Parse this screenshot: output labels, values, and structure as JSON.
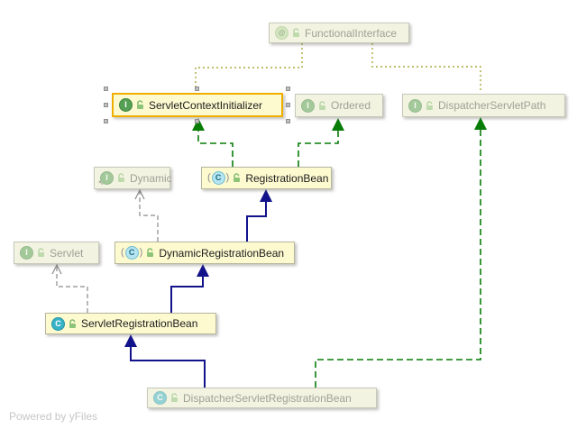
{
  "diagram": {
    "nodes": [
      {
        "id": "functional-interface",
        "label": "FunctionalInterface",
        "kind": "annotation",
        "state": "faded"
      },
      {
        "id": "servlet-context-initializer",
        "label": "ServletContextInitializer",
        "kind": "interface",
        "state": "selected"
      },
      {
        "id": "ordered",
        "label": "Ordered",
        "kind": "interface",
        "state": "faded"
      },
      {
        "id": "dispatcher-servlet-path",
        "label": "DispatcherServletPath",
        "kind": "interface",
        "state": "faded"
      },
      {
        "id": "dynamic",
        "label": "Dynamic",
        "kind": "nested-interface",
        "state": "faded"
      },
      {
        "id": "registration-bean",
        "label": "RegistrationBean",
        "kind": "abstract-class",
        "state": "focused"
      },
      {
        "id": "servlet",
        "label": "Servlet",
        "kind": "interface",
        "state": "faded"
      },
      {
        "id": "dynamic-registration-bean",
        "label": "DynamicRegistrationBean",
        "kind": "abstract-class",
        "state": "focused"
      },
      {
        "id": "servlet-registration-bean",
        "label": "ServletRegistrationBean",
        "kind": "class",
        "state": "focused"
      },
      {
        "id": "dispatcher-servlet-registration-bean",
        "label": "DispatcherServletRegistrationBean",
        "kind": "class",
        "state": "faded"
      }
    ],
    "edges": [
      {
        "from": "RegistrationBean",
        "to": "ServletContextInitializer",
        "type": "implements"
      },
      {
        "from": "RegistrationBean",
        "to": "Ordered",
        "type": "implements"
      },
      {
        "from": "DynamicRegistrationBean",
        "to": "Dynamic",
        "type": "implements-faded"
      },
      {
        "from": "DynamicRegistrationBean",
        "to": "RegistrationBean",
        "type": "extends"
      },
      {
        "from": "ServletRegistrationBean",
        "to": "Servlet",
        "type": "implements-faded"
      },
      {
        "from": "ServletRegistrationBean",
        "to": "DynamicRegistrationBean",
        "type": "extends"
      },
      {
        "from": "DispatcherServletRegistrationBean",
        "to": "ServletRegistrationBean",
        "type": "extends"
      },
      {
        "from": "DispatcherServletRegistrationBean",
        "to": "DispatcherServletPath",
        "type": "implements"
      },
      {
        "from": "FunctionalInterface",
        "to": "ServletContextInitializer",
        "type": "annotation"
      },
      {
        "from": "FunctionalInterface",
        "to": "DispatcherServletPath",
        "type": "annotation"
      }
    ],
    "colors": {
      "extends_edge": "#12128a",
      "implements_edge": "#077d07",
      "annotation_edge": "#a9a93a",
      "faded_edge": "#8a8a8a",
      "selection_border": "#efae00",
      "node_background": "#fdfad0",
      "faded_node_background": "#f3f3e1"
    },
    "icon_letters": {
      "interface": "I",
      "class": "C",
      "annotation": "@"
    }
  },
  "footer": {
    "powered_by": "Powered by yFiles"
  }
}
